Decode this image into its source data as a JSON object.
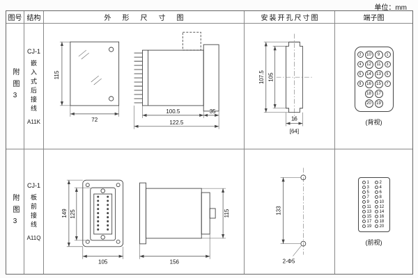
{
  "unit_label": "单位：mm",
  "table": {
    "headers": {
      "fig": "图号",
      "structure": "结构",
      "outline": "外形尺寸图",
      "mount": "安装开孔尺寸图",
      "terminal": "端子图"
    },
    "rows": [
      {
        "fig_no": "附图3",
        "structure": {
          "name": "CJ-1",
          "desc": "嵌入式后接线",
          "model": "A11K"
        },
        "outline": {
          "h": "115",
          "w": "72",
          "d_body": "100.5",
          "d_front": "35",
          "d_total": "122.5"
        },
        "mount": {
          "outer_h": "107.5",
          "inner_h": "105",
          "slot_w": "16",
          "note": "[64]"
        },
        "terminal": {
          "view": "(背视)",
          "rows": [
            [
              2,
              10,
              9,
              1
            ],
            [
              4,
              12,
              11,
              3
            ],
            [
              6,
              14,
              13,
              5
            ],
            [
              8,
              16,
              15,
              7
            ],
            [
              18,
              17
            ],
            [
              20,
              19
            ]
          ]
        }
      },
      {
        "fig_no": "附图3",
        "structure": {
          "name": "CJ-1",
          "desc": "板前接线",
          "model": "A11Q"
        },
        "outline": {
          "outer_h": "149",
          "inner_h": "125",
          "w": "105",
          "d": "156",
          "h": "115"
        },
        "mount": {
          "spacing": "133",
          "note": "2-Φ5"
        },
        "terminal": {
          "view": "(前视)",
          "pairs": [
            [
              1,
              2
            ],
            [
              3,
              4
            ],
            [
              5,
              6
            ],
            [
              7,
              8
            ],
            [
              9,
              10
            ],
            [
              11,
              12
            ],
            [
              13,
              14
            ],
            [
              15,
              16
            ],
            [
              17,
              18
            ],
            [
              19,
              20
            ]
          ]
        }
      }
    ]
  }
}
